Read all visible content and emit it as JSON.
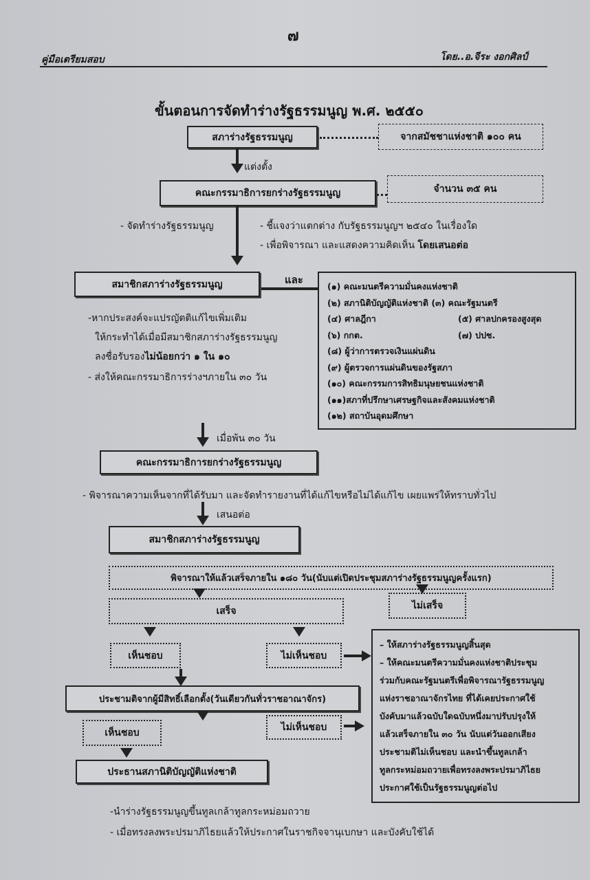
{
  "header": {
    "page_number": "๗",
    "left": "คู่มือเตรียมสอบ",
    "right": "โดย..อ.จีระ งอกศิลป์"
  },
  "title": "ขั้นตอนการจัดทำร่างรัฐธรรมนูญ พ.ศ. ๒๕๕๐",
  "flow": {
    "assembly": "สภาร่างรัฐธรรมนูญ",
    "assembly_note": "จากสมัชชาแห่งชาติ ๑๐๐ คน",
    "appoint": "แต่งตั้ง",
    "committee": "คณะกรรมาธิการยกร่างรัฐธรรมนูญ",
    "committee_note": "จำนวน ๓๕ คน",
    "draft": "- จัดทำร่างรัฐธรรมนูญ",
    "explain": "- ชี้แจงว่าแตกต่าง กับรัฐธรรมนูญฯ ๒๕๔๐ ในเรื่องใด",
    "consider_a": "- เพื่อพิจารณา และแสดงความคิดเห็น ",
    "consider_b": "โดยเสนอต่อ",
    "members": "สมาชิกสภาร่างรัฐธรรมนูญ",
    "and": "และ",
    "bodies": [
      "(๑) คณะมนตรีความมั่นคงแห่งชาติ",
      "(๒) สภานิติบัญญัติแห่งชาติ",
      "(๓) คณะรัฐมนตรี",
      "(๔) ศาลฎีกา",
      "(๕) ศาลปกครองสูงสุด",
      "(๖) กกต.",
      "(๗) ปปช.",
      "(๘) ผู้ว่าการตรวจเงินแผ่นดิน",
      "(๙) ผู้ตรวจการแผ่นดินของรัฐสภา",
      "(๑๐) คณะกรรมการสิทธิมนุษยชนแห่งชาติ",
      "(๑๑)สภาที่ปรึกษาเศรษฐกิจและสังคมแห่งชาติ",
      "(๑๒) สถาบันอุดมศึกษา"
    ],
    "amend": [
      "-หากประสงค์จะแปรญัตติแก้ไขเพิ่มเติม",
      "ให้กระทำได้เมื่อมีสมาชิกสภาร่างรัฐธรรมนูญ",
      "ลงชื่อรับรอง",
      "ไม่น้อยกว่า ๑ ใน ๑๐",
      "- ส่งให้คณะกรรมาธิการร่างฯภายใน ๓๐ วัน"
    ],
    "after30": "เมื่อพ้น ๓๐ วัน",
    "committee2": "คณะกรรมาธิการยกร่างรัฐธรรมนูญ",
    "review": "- พิจารณาความเห็นจากที่ได้รับมา และจัดทำรายงานที่ได้แก้ไขหรือไม่ได้แก้ไข เผยแพร่ให้ทราบทั่วไป",
    "propose": "เสนอต่อ",
    "members2": "สมาชิกสภาร่างรัฐธรรมนูญ",
    "deadline": "พิจารณาให้แล้วเสร็จภายใน ๑๘๐ วัน(นับแต่เปิดประชุมสภาร่างรัฐธรรมนูญครั้งแรก)",
    "done": "เสร็จ",
    "not_done": "ไม่เสร็จ",
    "approve": "เห็นชอบ",
    "disapprove": "ไม่เห็นชอบ",
    "referendum": "ประชามติจากผู้มีสิทธิ์เลือกตั้ง(วันเดียวกันทั่วราชอาณาจักร)",
    "approve2": "เห็นชอบ",
    "disapprove2": "ไม่เห็นชอบ",
    "president": "ประธานสภานิติบัญญัติแห่งชาติ",
    "fail_box": [
      "– ให้สภาร่างรัฐธรรมนูญสิ้นสุด",
      "– ให้คณะมนตรีความมั่นคงแห่งชาติประชุม",
      "ร่วมกับคณะรัฐมนตรีเพื่อพิจารณารัฐธรรมนูญ",
      "แห่งราชอาณาจักรไทย ที่ได้เคยประกาศใช้",
      "บังคับมาแล้วฉบับใดฉบับหนึ่งมาปรับปรุงให้",
      "แล้วเสร็จภายใน ๓๐ วัน นับแต่วันออกเสียง",
      "ประชามติไม่เห็นชอบ และนำขึ้นทูลเกล้า",
      "ทูลกระหม่อมถวายเพื่อทรงลงพระปรมาภิไธย",
      "ประกาศใช้เป็นรัฐธรรมนูญต่อไป"
    ],
    "final": [
      "-นำร่างรัฐธรรมนูญขึ้นทูลเกล้าทูลกระหม่อมถวาย",
      "- เมื่อทรงลงพระปรมาภิไธยแล้วให้ประกาศในราชกิจจานุเบกษา และบังคับใช้ได้"
    ]
  }
}
